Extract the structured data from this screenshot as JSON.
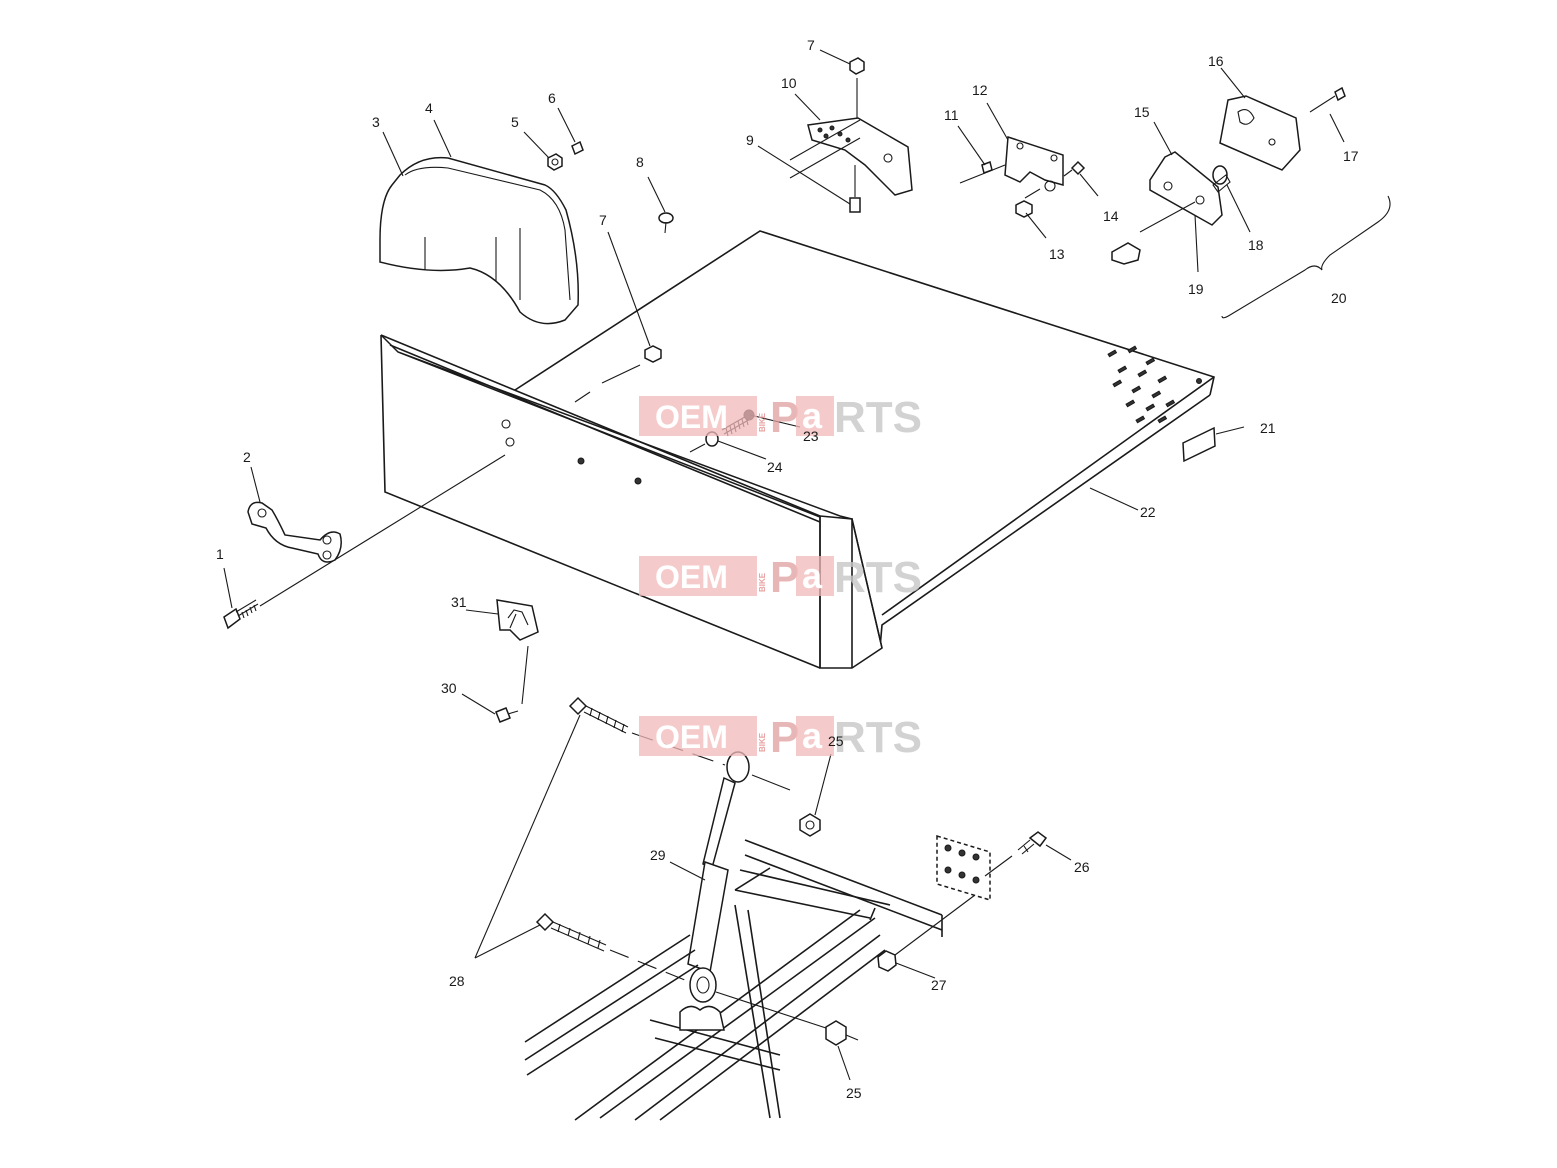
{
  "callouts": {
    "c1": "1",
    "c2": "2",
    "c3": "3",
    "c4": "4",
    "c5": "5",
    "c6": "6",
    "c7a": "7",
    "c7b": "7",
    "c8": "8",
    "c9": "9",
    "c10": "10",
    "c11": "11",
    "c12": "12",
    "c13": "13",
    "c14": "14",
    "c15": "15",
    "c16": "16",
    "c17": "17",
    "c18": "18",
    "c19": "19",
    "c20": "20",
    "c21": "21",
    "c22": "22",
    "c23": "23",
    "c24": "24",
    "c25a": "25",
    "c25b": "25",
    "c26": "26",
    "c27": "27",
    "c28": "28",
    "c29": "29",
    "c30": "30",
    "c31": "31"
  },
  "watermark": {
    "oem": "OEM",
    "bike": "BIKE",
    "p": "P",
    "a": "a",
    "rts": "RTS"
  }
}
